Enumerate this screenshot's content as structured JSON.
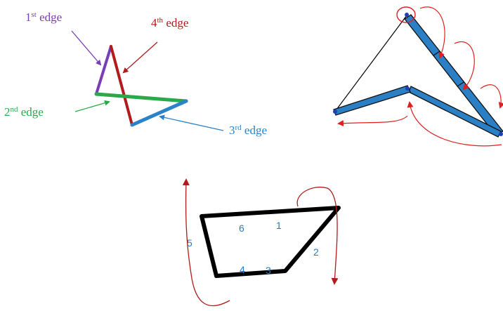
{
  "colors": {
    "purple": "#7a3db8",
    "dark_red": "#b01c1c",
    "green": "#2aa84a",
    "blue": "#2a82c8",
    "red_arrow": "#e02020",
    "black": "#000000",
    "label_blue": "#2a78c0"
  },
  "diagram1": {
    "labels": [
      {
        "id": "first",
        "ordinal": "1",
        "suffix": "st",
        "word": " edge",
        "color": "#7a3db8"
      },
      {
        "id": "fourth",
        "ordinal": "4",
        "suffix": "th",
        "word": " edge",
        "color": "#b01c1c"
      },
      {
        "id": "second",
        "ordinal": "2",
        "suffix": "nd",
        "word": " edge",
        "color": "#2aa84a"
      },
      {
        "id": "third",
        "ordinal": "3",
        "suffix": "rd",
        "word": " edge",
        "color": "#2a82c8"
      }
    ]
  },
  "diagram3": {
    "edge_numbers": [
      "1",
      "2",
      "3",
      "4",
      "5",
      "6"
    ]
  }
}
